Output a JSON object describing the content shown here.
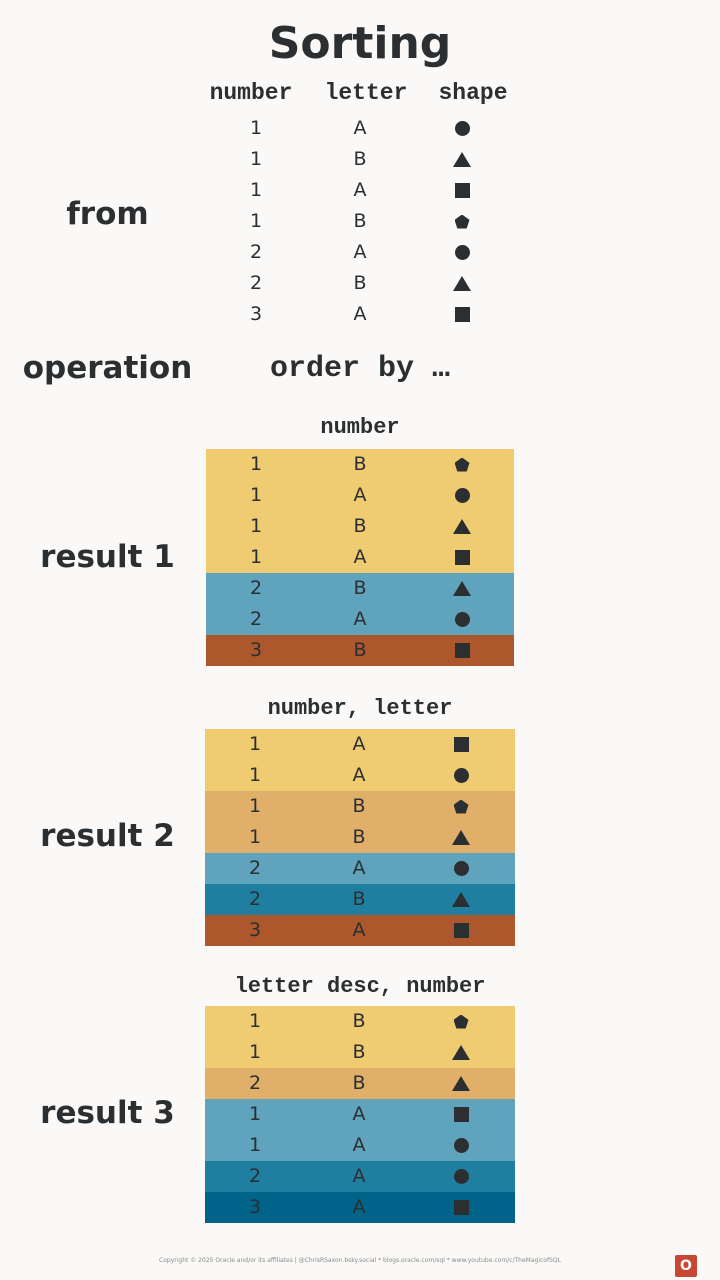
{
  "title": "Sorting",
  "columns": [
    "number",
    "letter",
    "shape"
  ],
  "labels": {
    "from": "from",
    "operation": "operation",
    "result1": "result 1",
    "result2": "result 2",
    "result3": "result 3"
  },
  "operation": "order by …",
  "from_rows": [
    {
      "number": "1",
      "letter": "A",
      "shape": "circle"
    },
    {
      "number": "1",
      "letter": "B",
      "shape": "triangle"
    },
    {
      "number": "1",
      "letter": "A",
      "shape": "square"
    },
    {
      "number": "1",
      "letter": "B",
      "shape": "pentagon"
    },
    {
      "number": "2",
      "letter": "A",
      "shape": "circle"
    },
    {
      "number": "2",
      "letter": "B",
      "shape": "triangle"
    },
    {
      "number": "3",
      "letter": "A",
      "shape": "square"
    }
  ],
  "results": [
    {
      "order": "number",
      "rows": [
        {
          "number": "1",
          "letter": "B",
          "shape": "pentagon",
          "color": "#efcb72"
        },
        {
          "number": "1",
          "letter": "A",
          "shape": "circle",
          "color": "#efcb72"
        },
        {
          "number": "1",
          "letter": "B",
          "shape": "triangle",
          "color": "#efcb72"
        },
        {
          "number": "1",
          "letter": "A",
          "shape": "square",
          "color": "#efcb72"
        },
        {
          "number": "2",
          "letter": "B",
          "shape": "triangle",
          "color": "#5fa3bc"
        },
        {
          "number": "2",
          "letter": "A",
          "shape": "circle",
          "color": "#5fa3bc"
        },
        {
          "number": "3",
          "letter": "B",
          "shape": "square",
          "color": "#ad572c"
        }
      ]
    },
    {
      "order": "number, letter",
      "rows": [
        {
          "number": "1",
          "letter": "A",
          "shape": "square",
          "color": "#efcb72"
        },
        {
          "number": "1",
          "letter": "A",
          "shape": "circle",
          "color": "#efcb72"
        },
        {
          "number": "1",
          "letter": "B",
          "shape": "pentagon",
          "color": "#e0b06b"
        },
        {
          "number": "1",
          "letter": "B",
          "shape": "triangle",
          "color": "#e0b06b"
        },
        {
          "number": "2",
          "letter": "A",
          "shape": "circle",
          "color": "#5fa3bc"
        },
        {
          "number": "2",
          "letter": "B",
          "shape": "triangle",
          "color": "#207fa0"
        },
        {
          "number": "3",
          "letter": "A",
          "shape": "square",
          "color": "#ad572c"
        }
      ]
    },
    {
      "order": "letter desc, number",
      "rows": [
        {
          "number": "1",
          "letter": "B",
          "shape": "pentagon",
          "color": "#efcb72"
        },
        {
          "number": "1",
          "letter": "B",
          "shape": "triangle",
          "color": "#efcb72"
        },
        {
          "number": "2",
          "letter": "B",
          "shape": "triangle",
          "color": "#e0b06b"
        },
        {
          "number": "1",
          "letter": "A",
          "shape": "square",
          "color": "#5fa3bc"
        },
        {
          "number": "1",
          "letter": "A",
          "shape": "circle",
          "color": "#5fa3bc"
        },
        {
          "number": "2",
          "letter": "A",
          "shape": "circle",
          "color": "#207fa0"
        },
        {
          "number": "3",
          "letter": "A",
          "shape": "square",
          "color": "#006389"
        }
      ]
    }
  ],
  "footer": "Copyright © 2025 Oracle and/or its affiliates  |  @ChrisRSaxon.bsky.social  * blogs.oracle.com/sql  * www.youtube.com/c/TheMagicofSQL",
  "logo": "O"
}
